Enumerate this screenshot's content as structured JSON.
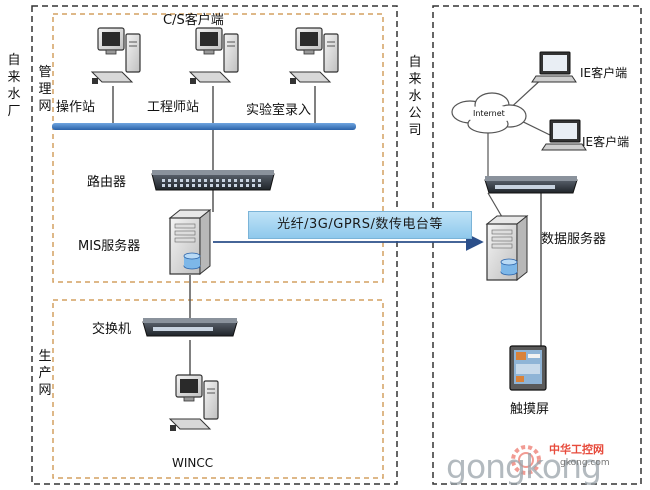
{
  "regions": {
    "left_plant": "自来水厂",
    "management_net": "管理网",
    "production_net": "生产网",
    "right_company": "自来水公司"
  },
  "labels": {
    "cs_client": "C/S客户端",
    "operator_station": "操作站",
    "engineer_station": "工程师站",
    "lab_entry": "实验室录入",
    "router": "路由器",
    "mis_server": "MIS服务器",
    "switch": "交换机",
    "wincc": "WINCC",
    "link": "光纤/3G/GPRS/数传电台等",
    "ie_client_1": "IE客户端",
    "ie_client_2": "IE客户端",
    "internet": "Internet",
    "data_server": "数据服务器",
    "touch_screen": "触摸屏"
  },
  "watermark": {
    "cn": "中华工控网",
    "url": "gkong.com",
    "big": "gongkong"
  },
  "colors": {
    "bus": "#2f6db3",
    "box_border": "#333333",
    "inner_border": "#d4a060",
    "arrow": "#2b4f8a"
  }
}
